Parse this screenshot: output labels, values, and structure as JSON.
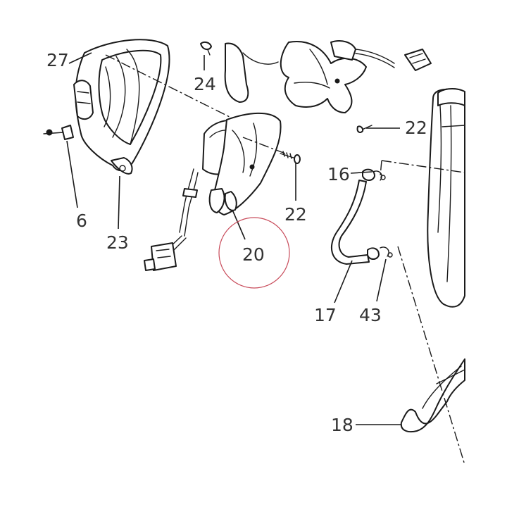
{
  "callouts": [
    {
      "id": "c27",
      "label": "27"
    },
    {
      "id": "c24",
      "label": "24"
    },
    {
      "id": "c22a",
      "label": "22"
    },
    {
      "id": "c16",
      "label": "16"
    },
    {
      "id": "c6",
      "label": "6"
    },
    {
      "id": "c23",
      "label": "23"
    },
    {
      "id": "c22b",
      "label": "22"
    },
    {
      "id": "c20",
      "label": "20"
    },
    {
      "id": "c17",
      "label": "17"
    },
    {
      "id": "c43",
      "label": "43"
    },
    {
      "id": "c18",
      "label": "18"
    }
  ],
  "highlighted_callout": "20",
  "colors": {
    "line": "#1a1a1a",
    "label": "#333333",
    "highlight": "#c84b5a"
  }
}
